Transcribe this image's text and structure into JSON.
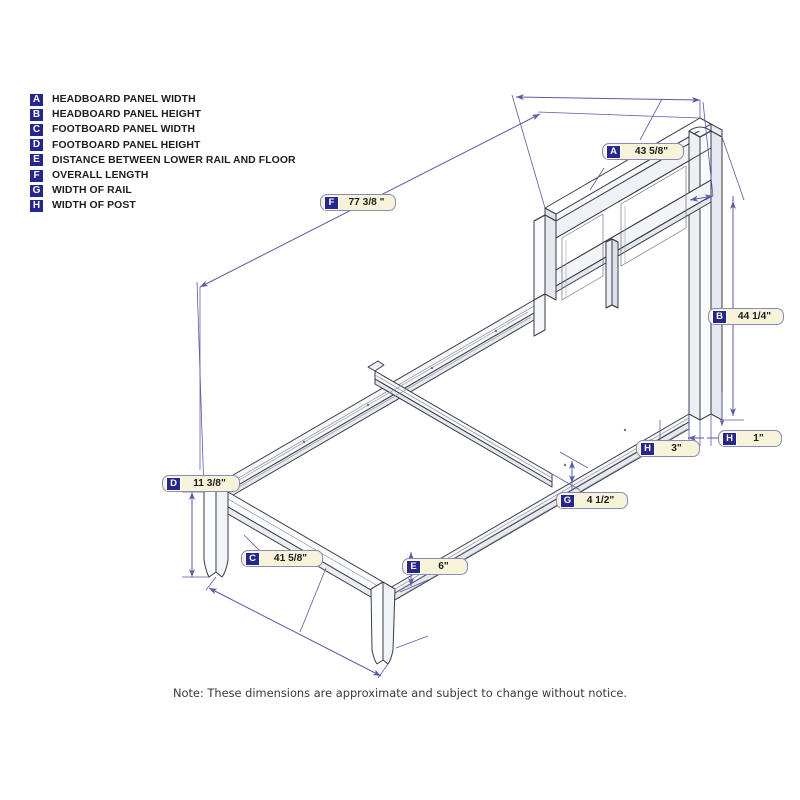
{
  "legend": {
    "items": [
      {
        "key": "A",
        "label": "HEADBOARD PANEL WIDTH"
      },
      {
        "key": "B",
        "label": "HEADBOARD PANEL HEIGHT"
      },
      {
        "key": "C",
        "label": "FOOTBOARD PANEL WIDTH"
      },
      {
        "key": "D",
        "label": "FOOTBOARD PANEL HEIGHT"
      },
      {
        "key": "E",
        "label": "DISTANCE BETWEEN LOWER RAIL AND FLOOR"
      },
      {
        "key": "F",
        "label": "OVERALL LENGTH"
      },
      {
        "key": "G",
        "label": "WIDTH OF RAIL"
      },
      {
        "key": "H",
        "label": "WIDTH OF POST"
      }
    ]
  },
  "callouts": [
    {
      "key": "A",
      "value": "43 5/8\""
    },
    {
      "key": "F",
      "value": "77 3/8 \""
    },
    {
      "key": "B",
      "value": "44 1/4\""
    },
    {
      "key": "D",
      "value": "11 3/8\""
    },
    {
      "key": "H",
      "value": "3\""
    },
    {
      "key": "H",
      "value": "1\""
    },
    {
      "key": "G",
      "value": "4 1/2\""
    },
    {
      "key": "C",
      "value": "41 5/8\""
    },
    {
      "key": "E",
      "value": "6\""
    }
  ],
  "note": "Note: These dimensions are approximate and subject to change without notice.",
  "colors": {
    "badge": "#26268c",
    "callout_fill": "#f7f3d8",
    "callout_border": "#8a8ab8",
    "dimension_line": "#5a5aa8",
    "outline": "#3c3c46",
    "shade": "#eef0f4"
  }
}
